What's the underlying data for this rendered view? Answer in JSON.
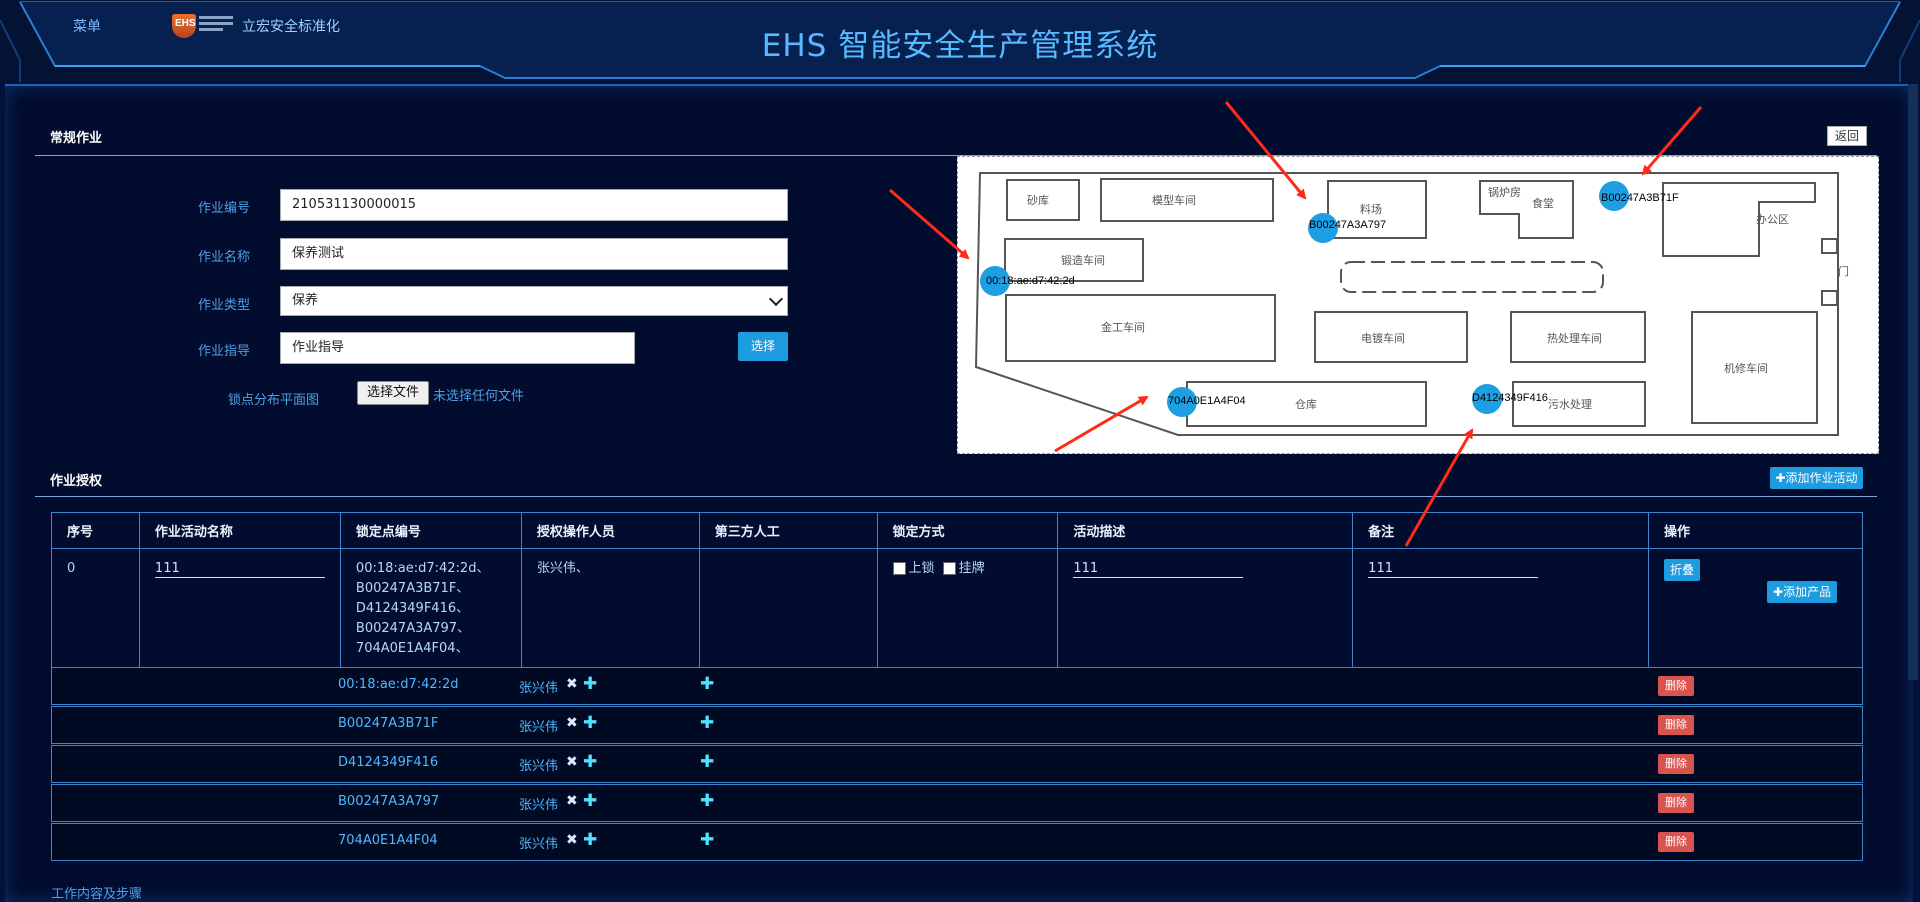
{
  "header": {
    "menu_label": "菜单",
    "brand_logo_text": "EHS SMART SAFETY",
    "brand_name": "立宏安全标准化",
    "system_title": "EHS 智能安全生产管理系统"
  },
  "regular_section": {
    "title": "常规作业",
    "back_label": "返回",
    "fields": {
      "job_number_label": "作业编号",
      "job_number_value": "210531130000015",
      "job_name_label": "作业名称",
      "job_name_value": "保养测试",
      "job_type_label": "作业类型",
      "job_type_value": "保养",
      "job_guide_label": "作业指导",
      "job_guide_value": "作业指导",
      "select_label": "选择",
      "floorplan_label": "锁点分布平面图",
      "file_button_label": "选择文件",
      "file_status": "未选择任何文件"
    }
  },
  "map": {
    "rooms": {
      "sand": "砂库",
      "pattern": "模型车间",
      "material": "料场",
      "boiler": "锅炉房",
      "canteen": "食堂",
      "office": "办公区",
      "forging": "锻造车间",
      "metalwork": "金工车间",
      "plating": "电镀车间",
      "heat": "热处理车间",
      "repair": "机修车间",
      "warehouse": "仓库",
      "sewage": "污水处理",
      "gate": "门"
    },
    "markers": {
      "m1": "00:18:ae:d7:42:2d",
      "m2": "B00247A3A797",
      "m3": "B00247A3B71F",
      "m4": "704A0E1A4F04",
      "m5": "D4124349F416"
    }
  },
  "auth_section": {
    "title": "作业授权",
    "add_activity_label": "✚添加作业活动",
    "columns": [
      "序号",
      "作业活动名称",
      "锁定点编号",
      "授权操作人员",
      "第三方人工",
      "锁定方式",
      "活动描述",
      "备注",
      "操作"
    ],
    "row": {
      "index": "0",
      "activity_name": "111",
      "lock_points": [
        "00:18:ae:d7:42:2d、",
        "B00247A3B71F、",
        "D4124349F416、",
        "B00247A3A797、",
        "704A0E1A4F04、"
      ],
      "operators": "张兴伟、",
      "third_party": "",
      "lock_up_label": "上锁",
      "tag_label": "挂牌",
      "description": "111",
      "remark": "111",
      "fold_label": "折叠",
      "add_product_label": "✚添加产品"
    },
    "sub_rows": [
      {
        "point": "00:18:ae:d7:42:2d",
        "operator": "张兴伟",
        "delete_label": "删除"
      },
      {
        "point": "B00247A3B71F",
        "operator": "张兴伟",
        "delete_label": "删除"
      },
      {
        "point": "D4124349F416",
        "operator": "张兴伟",
        "delete_label": "删除"
      },
      {
        "point": "B00247A3A797",
        "operator": "张兴伟",
        "delete_label": "删除"
      },
      {
        "point": "704A0E1A4F04",
        "operator": "张兴伟",
        "delete_label": "删除"
      }
    ]
  },
  "footer_section": {
    "title": "工作内容及步骤"
  },
  "icons": {
    "remove": "x-mark-icon",
    "add": "plus-icon",
    "dropdown": "chevron-down-icon"
  },
  "colors": {
    "background": "#03103a",
    "title": "#57b9ff",
    "accent_button": "#1d9ce0",
    "delete_button": "#d9534f",
    "marker": "#1e9fe4",
    "arrow": "#ff2a1a"
  }
}
